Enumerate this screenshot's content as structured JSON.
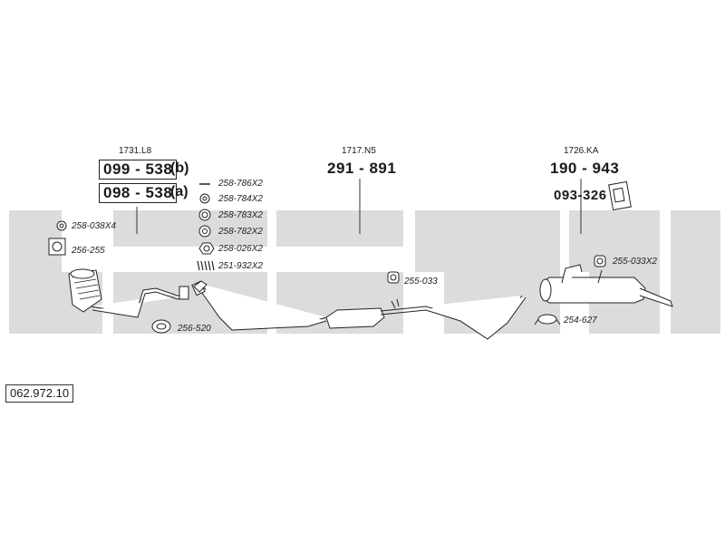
{
  "diagram_number": "062.972.10",
  "groups": {
    "front": {
      "code": "1731.L8",
      "part_b": "099 - 538",
      "suffix_b": "(b)",
      "part_a": "098 - 538",
      "suffix_a": "(a)"
    },
    "middle": {
      "code": "1717.N5",
      "part": "291 - 891"
    },
    "rear": {
      "code": "1726.KA",
      "part": "190 - 943",
      "bracket": "093-326"
    }
  },
  "parts": {
    "p258_786": "258-786X2",
    "p258_784": "258-784X2",
    "p258_783": "258-783X2",
    "p258_782": "258-782X2",
    "p258_026": "258-026X2",
    "p251_932": "251-932X2",
    "p258_038": "258-038X4",
    "p256_255": "256-255",
    "p256_520": "256-520",
    "p255_033": "255-033",
    "p255_033x2": "255-033X2",
    "p254_627": "254-627"
  },
  "colors": {
    "watermark": "#d9d9d9",
    "line": "#333333"
  }
}
